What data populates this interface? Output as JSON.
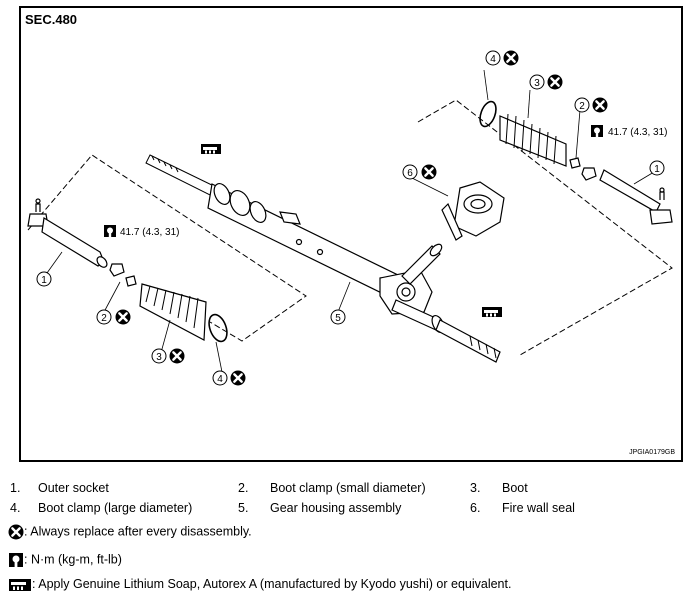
{
  "section_label": "SEC.480",
  "image_code": "JPGIA0179GB",
  "torque_value": "41.7 (4.3, 31)",
  "callout_numbers": [
    "1",
    "2",
    "3",
    "4",
    "5",
    "6"
  ],
  "parts": [
    {
      "num": "1.",
      "name": "Outer socket"
    },
    {
      "num": "2.",
      "name": "Boot clamp (small diameter)"
    },
    {
      "num": "3.",
      "name": "Boot"
    },
    {
      "num": "4.",
      "name": "Boot clamp (large diameter)"
    },
    {
      "num": "5.",
      "name": "Gear housing assembly"
    },
    {
      "num": "6.",
      "name": "Fire wall seal"
    }
  ],
  "symbols": [
    {
      "icon": "always-replace-icon",
      "text": ": Always replace after every disassembly."
    },
    {
      "icon": "torque-wrench-icon",
      "text": ": N·m (kg-m, ft-lb)"
    },
    {
      "icon": "grease-gun-icon",
      "text": ": Apply Genuine Lithium Soap, Autorex A (manufactured by Kyodo yushi) or equivalent."
    }
  ]
}
